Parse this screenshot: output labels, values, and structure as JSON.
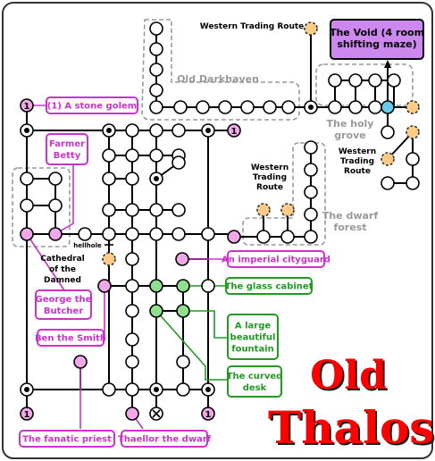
{
  "title": {
    "line1": "Old",
    "line2": "Thalos"
  },
  "areas": {
    "old_darkhaven": "Old Darkhaven",
    "holy_grove": [
      "The holy",
      "grove"
    ],
    "dwarf_forest": [
      "The dwarf",
      "forest"
    ]
  },
  "exits": {
    "western_top": "Western Trading Route",
    "western_mid": [
      "Western",
      "Trading",
      "Route"
    ],
    "western_right": [
      "Western",
      "Trading",
      "Route"
    ],
    "hellhole": "hellhole",
    "cathedral": [
      "Cathedral",
      "of the",
      "Damned"
    ],
    "void": [
      "The Void (4 room",
      "shifting maze)"
    ]
  },
  "npcs": {
    "stone_golem": "(1) A stone golem",
    "farmer_betty": [
      "Farmer",
      "Betty"
    ],
    "george": [
      "George the",
      "Butcher"
    ],
    "ben": "Ben the Smith",
    "fanatic": "The fanatic priest",
    "thaellor": "Thaellor the dwarf",
    "imperial": "An imperial cityguard"
  },
  "items": {
    "glass_cabinet": "The glass cabinet",
    "fountain": [
      "A large",
      "beautiful",
      "fountain"
    ],
    "curved_desk": [
      "The curved",
      "desk"
    ]
  },
  "markers": {
    "teleport_label": "1"
  },
  "legend_colors": {
    "npc": "#f0a8e8",
    "npc_stroke": "#cc33cc",
    "item": "#8fdf8f",
    "item_stroke": "#229922",
    "exit": "#ffcc88",
    "void": "#cc88ee",
    "holy": "#66ccee",
    "title": "#ff0000"
  }
}
